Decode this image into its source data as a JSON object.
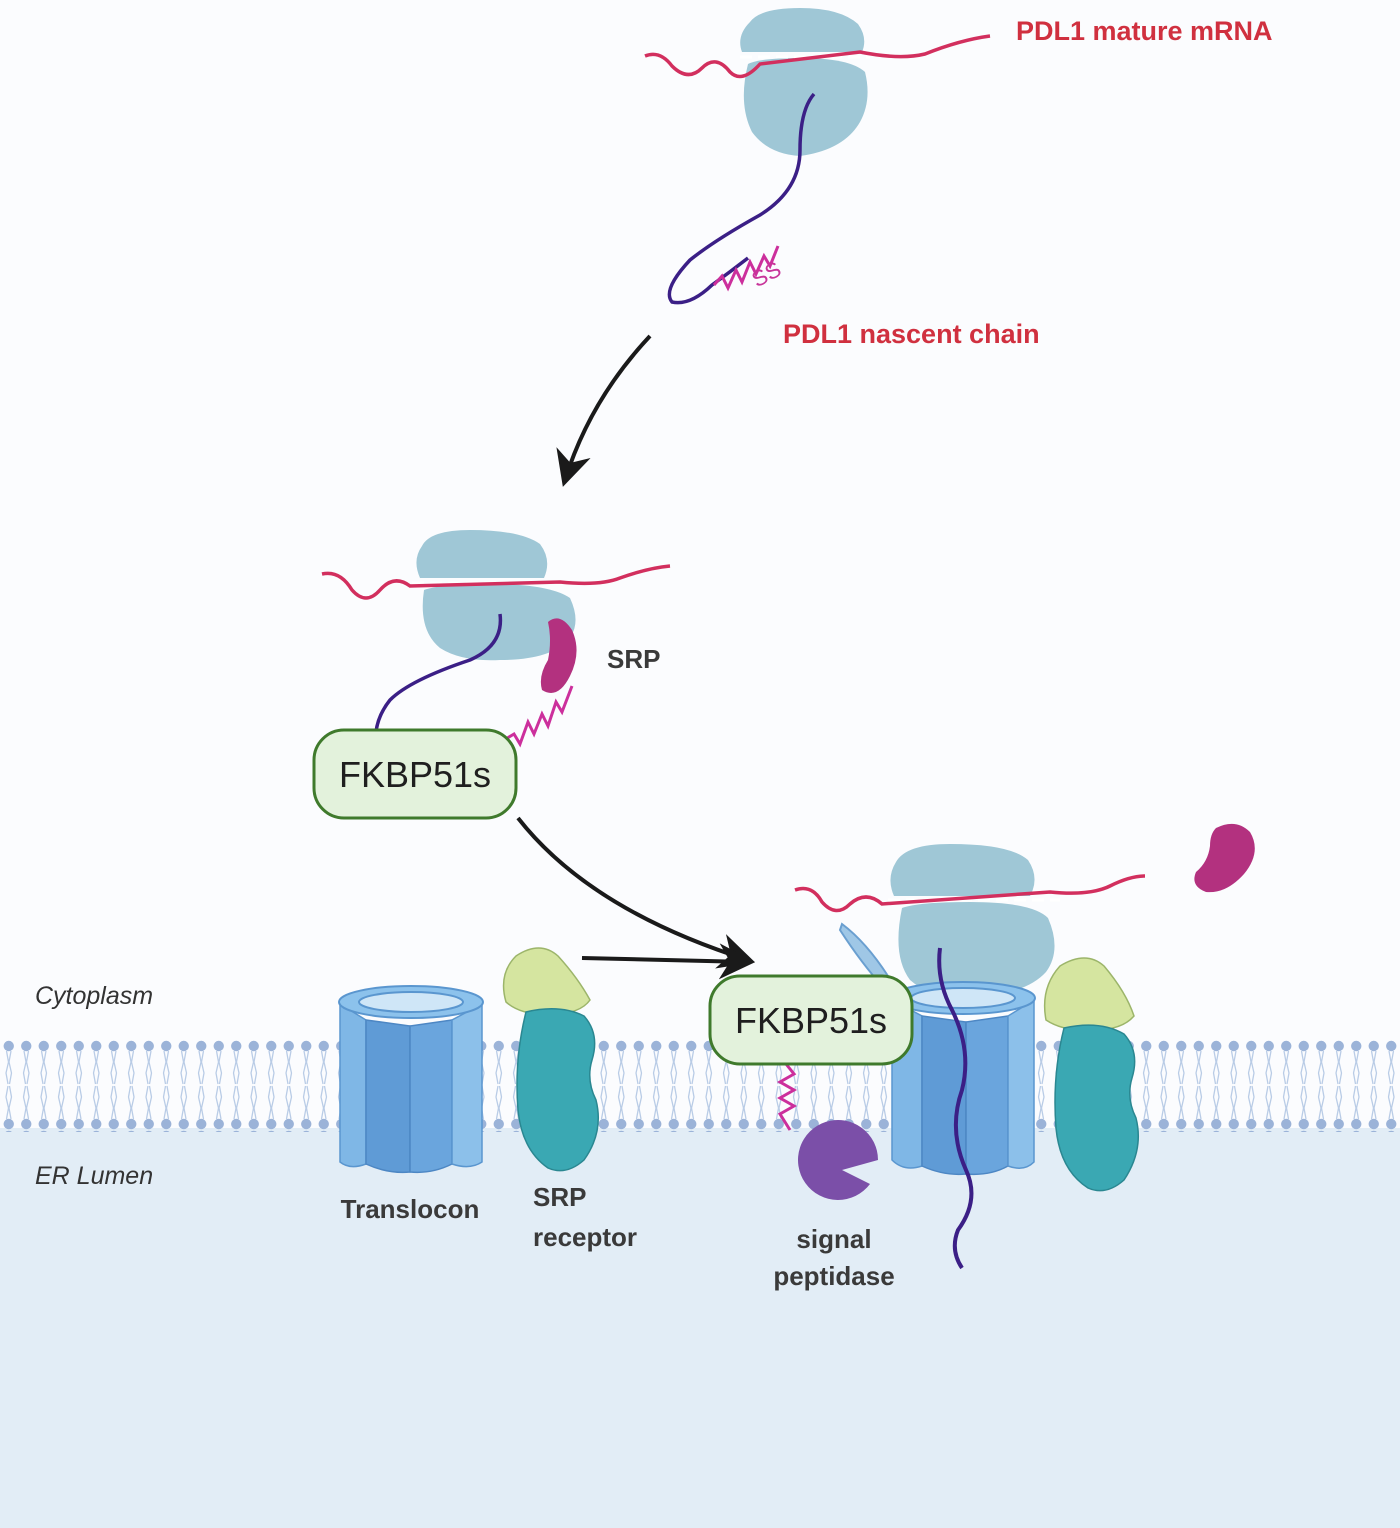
{
  "labels": {
    "mature_mrna": "PDL1 mature mRNA",
    "nascent_chain": "PDL1 nascent chain",
    "signal_sequence": "SS",
    "srp": "SRP",
    "fkbp_top": "FKBP51s",
    "fkbp_bottom": "FKBP51s",
    "cytoplasm": "Cytoplasm",
    "er_lumen": "ER Lumen",
    "translocon": "Translocon",
    "srp_receptor_line1": "SRP",
    "srp_receptor_line2": "receptor",
    "signal_peptidase_line1": "signal",
    "signal_peptidase_line2": "peptidase"
  },
  "colors": {
    "ribosome": "#9fc7d6",
    "mrna": "#d22f5e",
    "nascent_chain": "#3b1f86",
    "signal_sequence": "#cc2f9c",
    "srp": "#b3317f",
    "fkbp_fill": "#e3f2dc",
    "fkbp_stroke": "#3f7a2c",
    "translocon": "#6aa8dc",
    "srp_receptor": "#3aa8b3",
    "srp_receptor_cap": "#d5e5a0",
    "signal_peptidase": "#7b4fa8",
    "membrane_head": "#9bb3d8",
    "er_lumen": "#e2edf6"
  },
  "icons": [
    "ribosome-icon",
    "srp-icon",
    "translocon-icon",
    "srp-receptor-icon",
    "signal-peptidase-icon",
    "membrane-icon",
    "arrow-icon"
  ]
}
